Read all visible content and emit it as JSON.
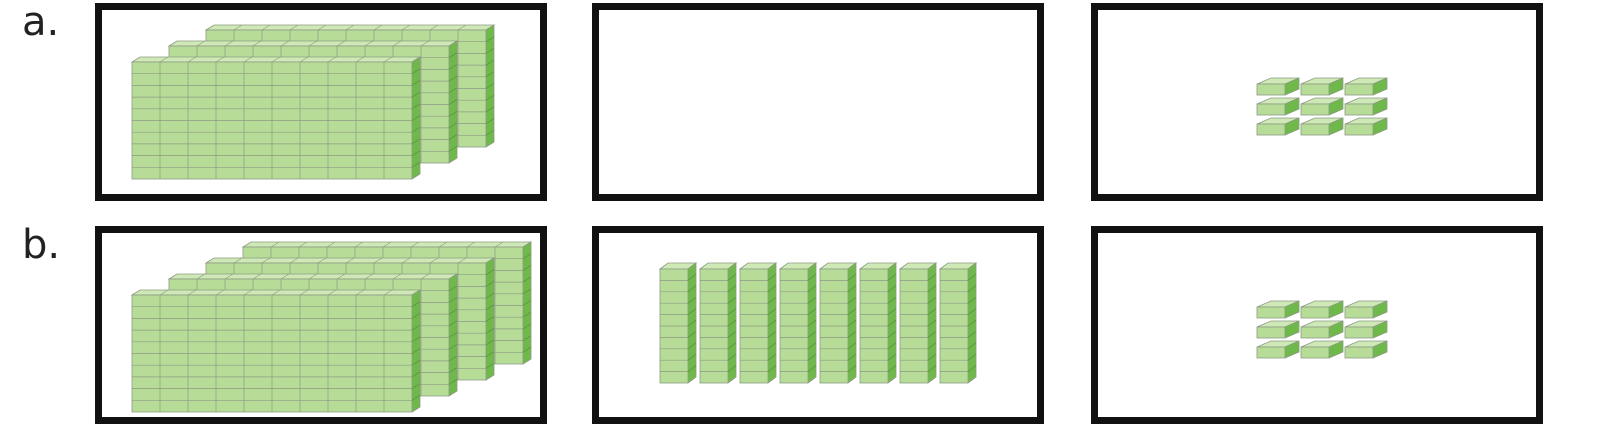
{
  "rows": [
    {
      "label": "a.",
      "panels": [
        {
          "type": "hundreds",
          "count": 3
        },
        {
          "type": "tens",
          "count": 0
        },
        {
          "type": "ones",
          "count": 9
        }
      ]
    },
    {
      "label": "b.",
      "panels": [
        {
          "type": "hundreds",
          "count": 4
        },
        {
          "type": "tens",
          "count": 8
        },
        {
          "type": "ones",
          "count": 9
        }
      ]
    }
  ],
  "colors": {
    "cube_face": "#b7dc98",
    "cube_side": "#6fb84a",
    "cube_top": "#cfe9b6",
    "grid_line": "#8c9a84",
    "border": "#111111"
  }
}
